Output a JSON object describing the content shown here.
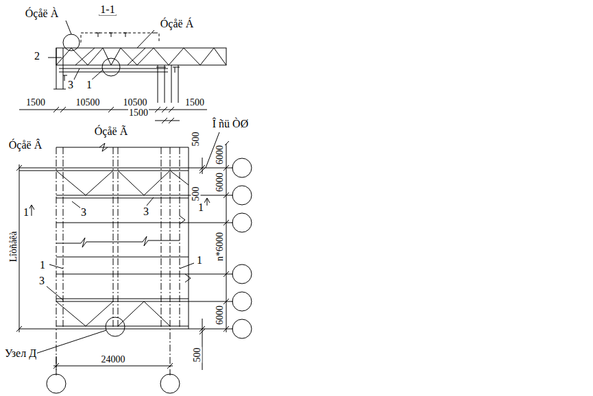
{
  "diagram": {
    "labels": [
      "Óçåë À",
      "1-1",
      "Óçåë Á",
      "2",
      "3",
      "1",
      "1500",
      "10500",
      "10500",
      "1500",
      "1500",
      "Óçåë Â",
      "Óçåë Ã",
      "Î ñü ÒØ",
      "500",
      "6000",
      "6000",
      "500",
      "1",
      "3",
      "3",
      "1",
      "Lîòñåêà",
      "n*6000",
      "1",
      "1",
      "3",
      "6000",
      "Узел Д",
      "24000",
      "500"
    ]
  }
}
